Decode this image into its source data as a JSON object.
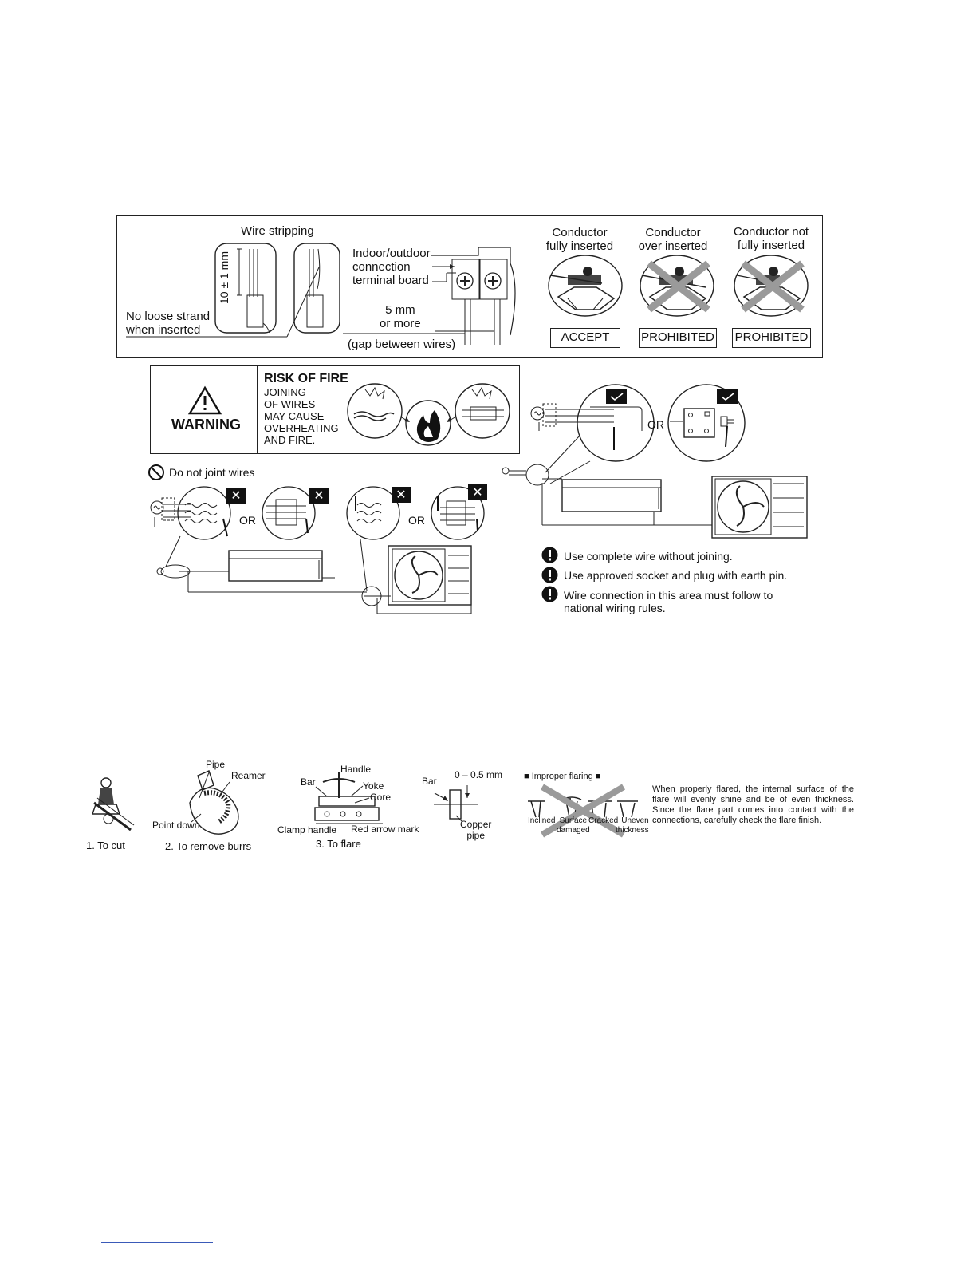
{
  "wire_panel": {
    "wire_stripping": "Wire stripping",
    "dimension": "10 ± 1 mm",
    "no_loose": "No loose strand\nwhen inserted",
    "terminal_board": "Indoor/outdoor\nconnection\nterminal board",
    "gap_value": "5 mm\nor more",
    "gap_note": "(gap between wires)",
    "conductors": [
      {
        "caption": "Conductor\nfully inserted",
        "verdict": "ACCEPT"
      },
      {
        "caption": "Conductor\nover inserted",
        "verdict": "PROHIBITED"
      },
      {
        "caption": "Conductor not\nfully inserted",
        "verdict": "PROHIBITED"
      }
    ]
  },
  "warning": {
    "label": "WARNING",
    "heading": "RISK OF FIRE",
    "body": "JOINING\nOF WIRES\nMAY CAUSE\nOVERHEATING\nAND FIRE."
  },
  "do_not_joint": "Do not joint wires",
  "or_label": "OR",
  "rules": [
    "Use complete wire without joining.",
    "Use approved socket and plug with earth pin.",
    "Wire connection in this area must follow to\nnational wiring rules."
  ],
  "flare_steps": {
    "step1": "1.  To cut",
    "step2": "2.  To remove burrs",
    "step3": "3.  To flare",
    "pipe": "Pipe",
    "reamer": "Reamer",
    "point_down": "Point down",
    "handle": "Handle",
    "bar": "Bar",
    "yoke": "Yoke",
    "core": "Core",
    "clamp_handle": "Clamp handle",
    "red_arrow": "Red arrow mark",
    "bar2": "Bar",
    "range": "0 – 0.5 mm",
    "copper_pipe": "Copper\npipe"
  },
  "improper": {
    "title": "■ Improper flaring ■",
    "labels": [
      "Inclined",
      "Surface\ndamaged",
      "Cracked",
      "Uneven\nthickness"
    ],
    "note": "When properly flared, the internal surface of the flare will evenly shine and be of even thickness. Since the flare part comes into contact with the connections, carefully check the flare finish."
  },
  "colors": {
    "ink": "#111111",
    "cross": "#9a9a9a",
    "badge": "#111111"
  }
}
